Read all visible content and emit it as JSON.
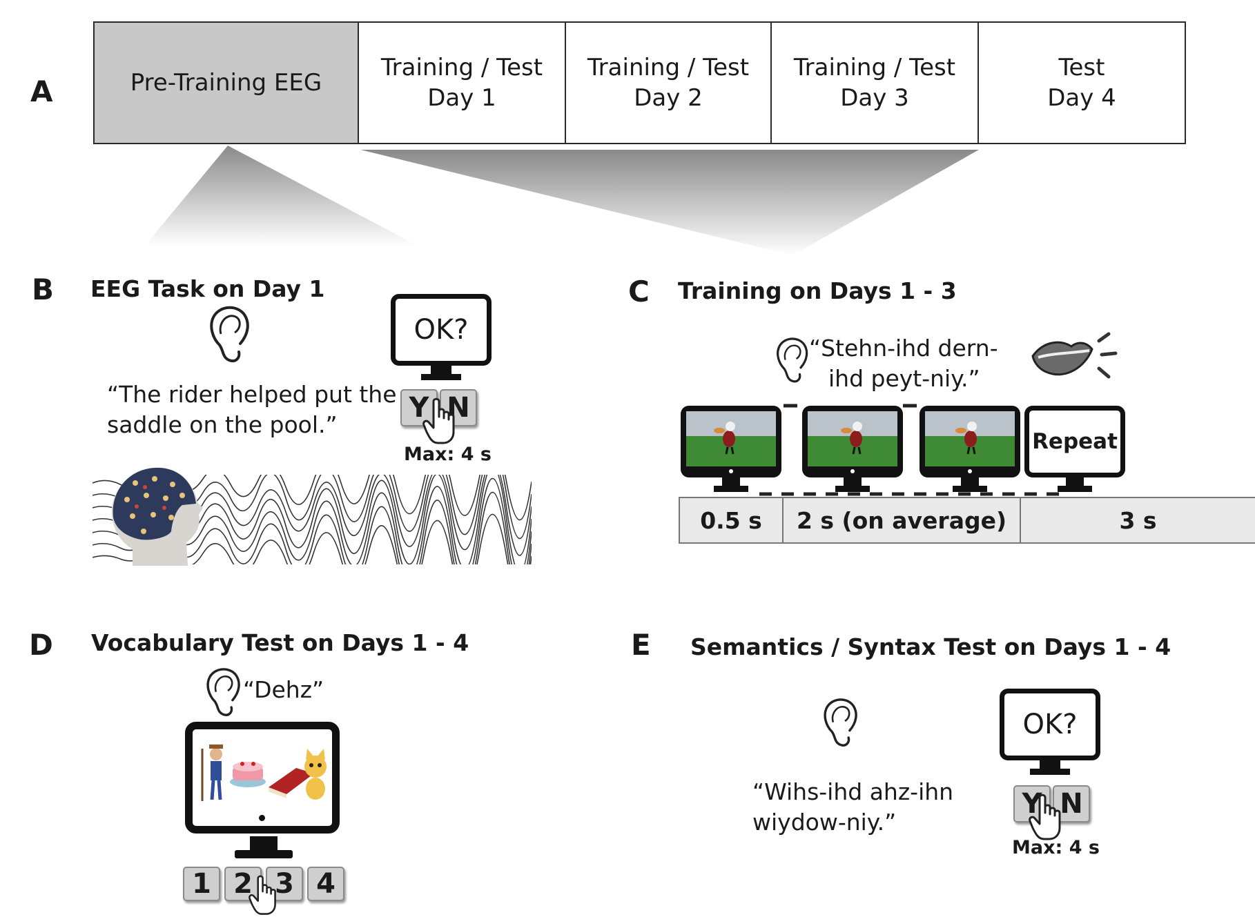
{
  "panel_a": {
    "letter": "A",
    "stages": [
      {
        "line1": "Pre-Training EEG",
        "line2": ""
      },
      {
        "line1": "Training / Test",
        "line2": "Day 1"
      },
      {
        "line1": "Training / Test",
        "line2": "Day 2"
      },
      {
        "line1": "Training / Test",
        "line2": "Day 3"
      },
      {
        "line1": "Test",
        "line2": "Day 4"
      }
    ]
  },
  "panel_b": {
    "letter": "B",
    "title": "EEG Task on Day 1",
    "sentence_line1": "“The rider helped put the",
    "sentence_line2": "saddle on the pool.”",
    "monitor_text": "OK?",
    "key_yes": "Y",
    "key_no": "N",
    "max_label": "Max: 4 s"
  },
  "panel_c": {
    "letter": "C",
    "title": "Training on Days 1 - 3",
    "word_line1": "“Stehn-ihd  dern-",
    "word_line2": "ihd  peyt-niy.”",
    "repeat_label": "Repeat",
    "timeline": [
      "0.5 s",
      "2 s (on average)",
      "3 s"
    ]
  },
  "panel_d": {
    "letter": "D",
    "title": "Vocabulary Test on Days 1 - 4",
    "word": "“Dehz”",
    "keys": [
      "1",
      "2",
      "3",
      "4"
    ]
  },
  "panel_e": {
    "letter": "E",
    "title": "Semantics / Syntax Test on Days 1 - 4",
    "sentence_line1": "“Wihs-ihd ahz-ihn",
    "sentence_line2": "wiydow-niy.”",
    "monitor_text": "OK?",
    "key_yes": "Y",
    "key_no": "N",
    "max_label": "Max: 4 s"
  },
  "colors": {
    "pretraining_fill": "#c8c8c8",
    "monitor_frame": "#111111",
    "grass": "#3f8a35",
    "sky": "#b9c3c9"
  }
}
